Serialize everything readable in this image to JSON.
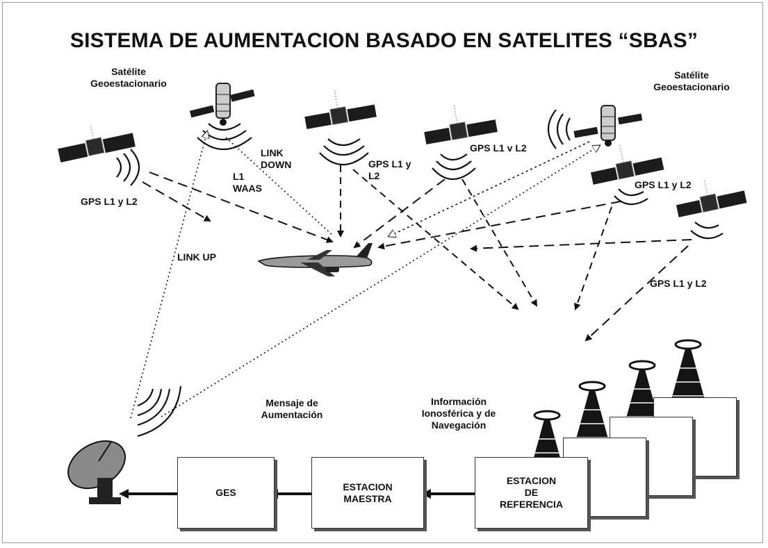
{
  "title": "SISTEMA DE AUMENTACION BASADO EN SATELITES “SBAS”",
  "labels": {
    "geo_left": "Satélite\nGeoestacionario",
    "geo_right": "Satélite\nGeoestacionario",
    "gps_left": "GPS L1 y  L2",
    "gps_mid": "GPS L1 y\nL2",
    "gps_top_right": "GPS L1 v  L2",
    "gps_right_mid": "GPS L1 y  L2",
    "gps_right_low": "GPS L1 y  L2",
    "link_down": "LINK\nDOWN",
    "l1_waas": "L1\nWAAS",
    "link_up": "LINK UP",
    "mensaje": "Mensaje de\nAumentación",
    "informacion": "Información\nIonosférica y de\nNavegación"
  },
  "boxes": {
    "ges": "GES",
    "maestra": "ESTACION\nMAESTRA",
    "referencia": "ESTACION\nDE\nREFERENCIA"
  },
  "colors": {
    "ink": "#111111",
    "satellite_panel": "#1c1c1c",
    "sky_tower": "#141414"
  }
}
